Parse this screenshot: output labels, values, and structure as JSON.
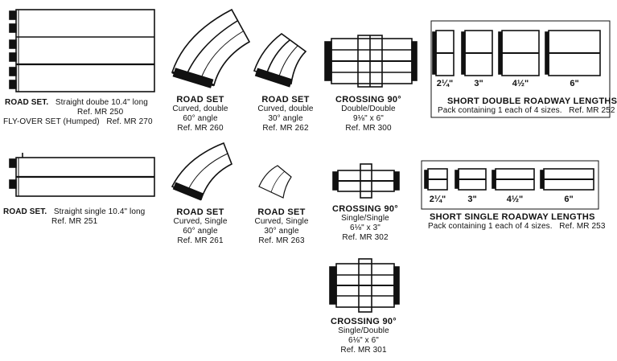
{
  "items": {
    "mr250": {
      "title": "ROAD SET.",
      "desc": "Straight doube 10.4\" long",
      "ref": "Ref. MR 250",
      "extra": "FLY-OVER SET (Humped)",
      "extra_ref": "Ref. MR 270"
    },
    "mr260": {
      "title": "ROAD SET",
      "l2": "Curved, double",
      "l3": "60° angle",
      "ref": "Ref. MR 260"
    },
    "mr262": {
      "title": "ROAD SET",
      "l2": "Curved, double",
      "l3": "30° angle",
      "ref": "Ref. MR 262"
    },
    "mr300": {
      "title": "CROSSING 90°",
      "l2": "Double/Double",
      "l3": "9⅛\" x 6\"",
      "ref": "Ref. MR 300"
    },
    "mr252": {
      "title": "SHORT DOUBLE ROADWAY LENGTHS",
      "l2": "Pack containing 1 each of 4 sizes.",
      "ref": "Ref. MR 252",
      "sizes": [
        "2¼\"",
        "3\"",
        "4½\"",
        "6\""
      ]
    },
    "mr251": {
      "title": "ROAD SET.",
      "desc": "Straight single 10.4\" long",
      "ref": "Ref. MR 251"
    },
    "mr261": {
      "title": "ROAD SET",
      "l2": "Curved, Single",
      "l3": "60° angle",
      "ref": "Ref. MR 261"
    },
    "mr263": {
      "title": "ROAD SET",
      "l2": "Curved, Single",
      "l3": "30° angle",
      "ref": "Ref. MR 263"
    },
    "mr302": {
      "title": "CROSSING 90°",
      "l2": "Single/Single",
      "l3": "6⅛\" x 3\"",
      "ref": "Ref. MR 302"
    },
    "mr253": {
      "title": "SHORT SINGLE ROADWAY LENGTHS",
      "l2": "Pack containing 1 each of 4 sizes.",
      "ref": "Ref. MR 253",
      "sizes": [
        "2¼\"",
        "3\"",
        "4½\"",
        "6\""
      ]
    },
    "mr301": {
      "title": "CROSSING 90°",
      "l2": "Single/Double",
      "l3": "6⅛\" x 6\"",
      "ref": "Ref. MR 301"
    }
  }
}
